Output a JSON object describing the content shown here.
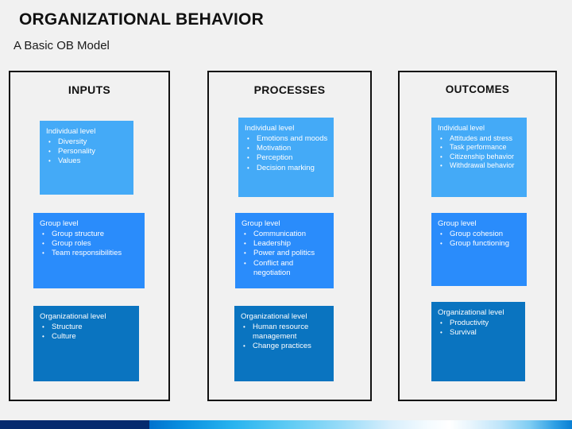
{
  "slide": {
    "title": "ORGANIZATIONAL BEHAVIOR",
    "subtitle": "A Basic OB Model"
  },
  "colors": {
    "background": "#f1f1f1",
    "frame_border": "#111111",
    "level_individual": "#44aaf7",
    "level_group": "#2a8cfb",
    "level_organizational": "#0a74c0",
    "bar_navy": "#062a6e",
    "bar_blue": "#0072ce",
    "bar_cyan": "#29b4ef",
    "bar_white": "#ffffff"
  },
  "columns": [
    {
      "id": "inputs",
      "title": "INPUTS",
      "cards": [
        {
          "level": "individual",
          "title": "Individual level",
          "items": [
            "Diversity",
            "Personality",
            "Values"
          ]
        },
        {
          "level": "group",
          "title": "Group level",
          "items": [
            "Group structure",
            "Group roles",
            "Team responsibilities"
          ]
        },
        {
          "level": "organizational",
          "title": "Organizational level",
          "items": [
            "Structure",
            "Culture"
          ]
        }
      ]
    },
    {
      "id": "processes",
      "title": "PROCESSES",
      "cards": [
        {
          "level": "individual",
          "title": "Individual level",
          "items": [
            "Emotions and moods",
            "Motivation",
            "Perception",
            "Decision marking"
          ]
        },
        {
          "level": "group",
          "title": "Group level",
          "items": [
            "Communication",
            "Leadership",
            "Power and politics",
            "Conflict and negotiation"
          ]
        },
        {
          "level": "organizational",
          "title": "Organizational level",
          "items": [
            "Human resource management",
            "Change practices"
          ]
        }
      ]
    },
    {
      "id": "outcomes",
      "title": "OUTCOMES",
      "cards": [
        {
          "level": "individual",
          "title": "Individual level",
          "items": [
            "Attitudes and stress",
            "Task performance",
            "Citizenship behavior",
            "Withdrawal behavior"
          ]
        },
        {
          "level": "group",
          "title": "Group level",
          "items": [
            "Group cohesion",
            "Group functioning"
          ]
        },
        {
          "level": "organizational",
          "title": "Organizational level",
          "items": [
            "Productivity",
            "Survival"
          ]
        }
      ]
    }
  ]
}
